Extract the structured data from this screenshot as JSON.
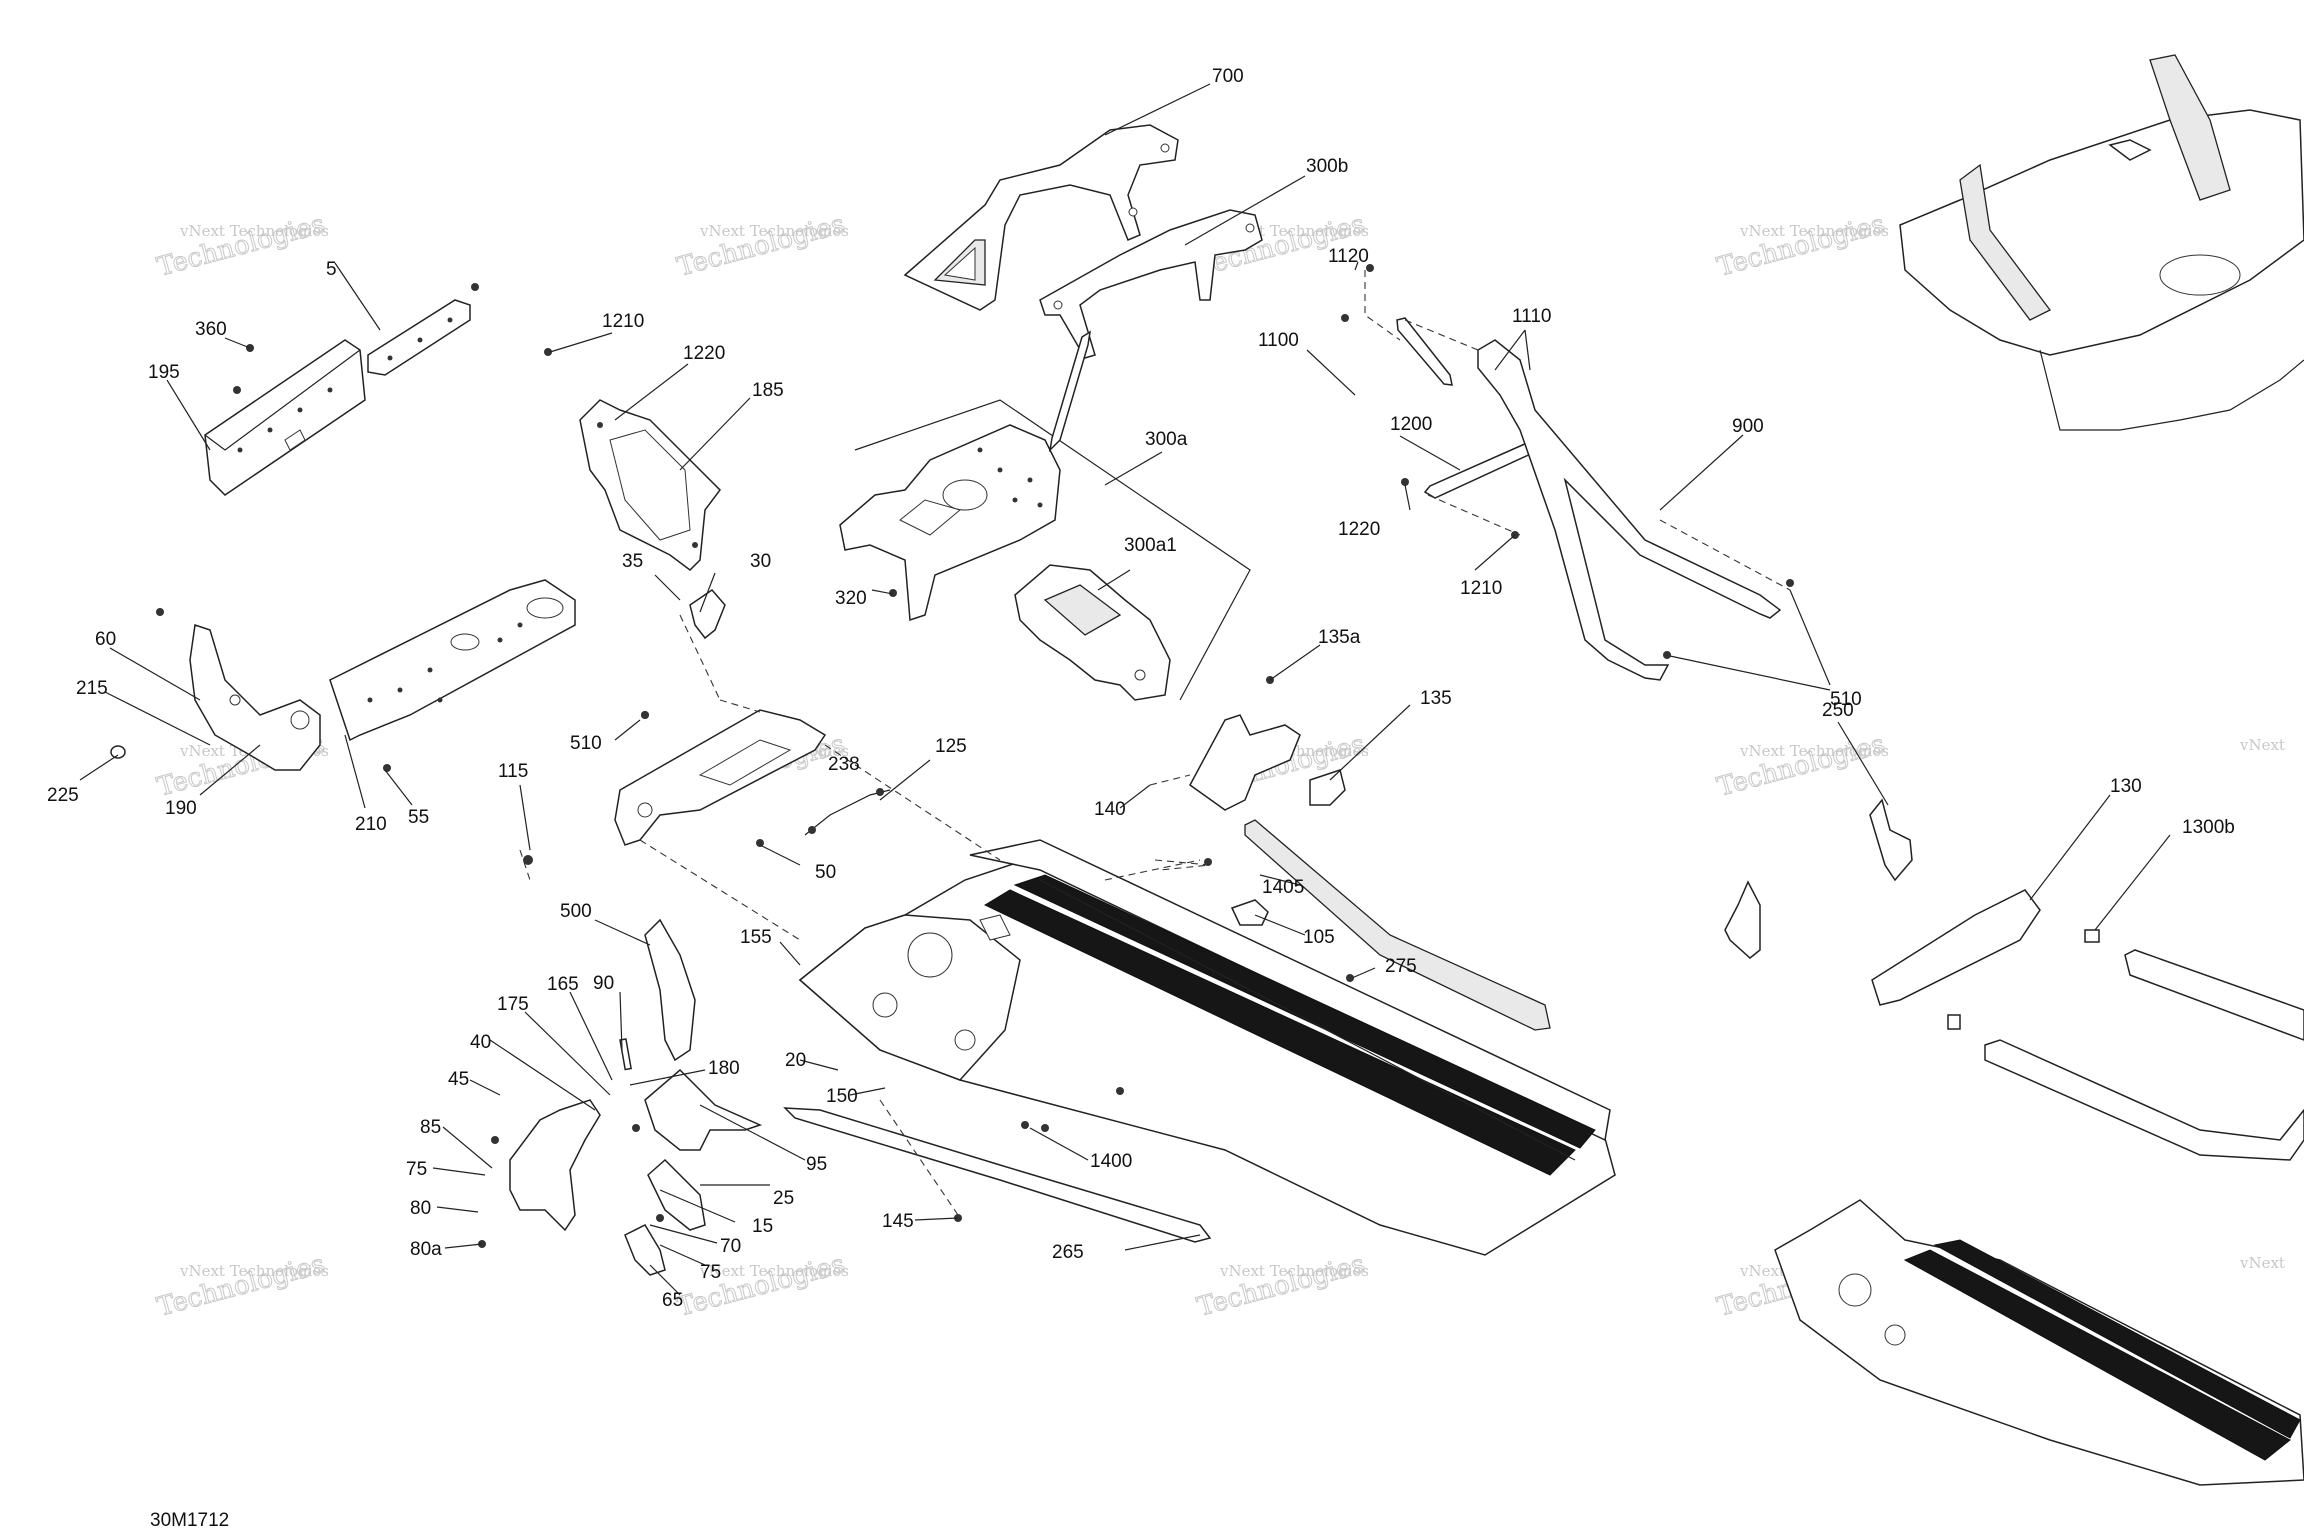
{
  "diagram": {
    "reference_code": "30M1712",
    "watermark": {
      "line1": "vNext Technologies",
      "line2": "Technologies",
      "corner_a": "vNext"
    },
    "callouts": [
      "700",
      "300b",
      "1120",
      "1100",
      "1110",
      "1200",
      "900",
      "1220",
      "1210",
      "510",
      "300a",
      "300a1",
      "320",
      "1210",
      "1220",
      "185",
      "35",
      "30",
      "5",
      "360",
      "195",
      "60",
      "215",
      "225",
      "190",
      "210",
      "55",
      "115",
      "510",
      "238",
      "125",
      "50",
      "135a",
      "135",
      "140",
      "1405",
      "105",
      "275",
      "500",
      "155",
      "165",
      "90",
      "175",
      "40",
      "180",
      "45",
      "85",
      "75",
      "80",
      "80a",
      "20",
      "150",
      "95",
      "25",
      "15",
      "70",
      "75",
      "65",
      "145",
      "1400",
      "265",
      "250",
      "130",
      "1300b"
    ]
  }
}
